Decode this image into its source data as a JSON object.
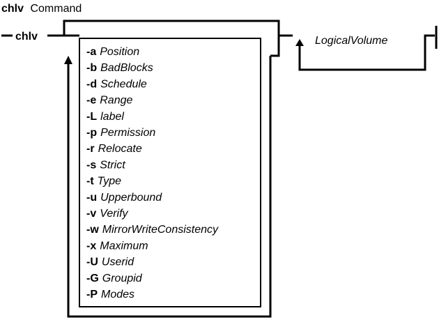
{
  "title": {
    "command": "chlv",
    "word": "Command"
  },
  "entry": {
    "command": "chlv"
  },
  "options": [
    {
      "flag": "-a",
      "param": "Position"
    },
    {
      "flag": "-b",
      "param": "BadBlocks"
    },
    {
      "flag": "-d",
      "param": "Schedule"
    },
    {
      "flag": "-e",
      "param": "Range"
    },
    {
      "flag": "-L",
      "param": "label"
    },
    {
      "flag": "-p",
      "param": "Permission"
    },
    {
      "flag": "-r",
      "param": "Relocate"
    },
    {
      "flag": "-s",
      "param": "Strict"
    },
    {
      "flag": "-t",
      "param": "Type"
    },
    {
      "flag": "-u",
      "param": "Upperbound"
    },
    {
      "flag": "-v",
      "param": "Verify"
    },
    {
      "flag": "-w",
      "param": "MirrorWriteConsistency"
    },
    {
      "flag": "-x",
      "param": "Maximum"
    },
    {
      "flag": "-U",
      "param": "Userid"
    },
    {
      "flag": "-G",
      "param": "Groupid"
    },
    {
      "flag": "-P",
      "param": "Modes"
    }
  ],
  "operand": {
    "name": "LogicalVolume"
  }
}
